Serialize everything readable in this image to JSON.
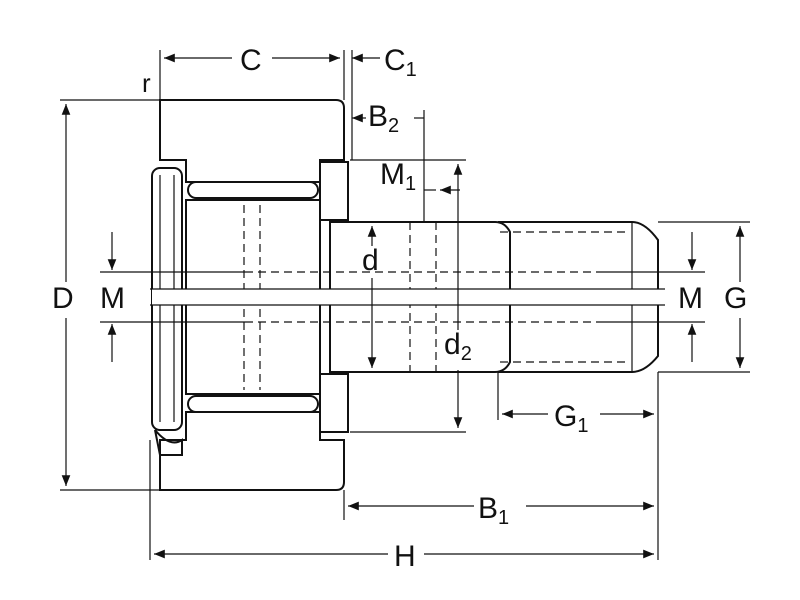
{
  "diagram": {
    "labels": {
      "r": "r",
      "C": "C",
      "C1_main": "C",
      "C1_sub": "1",
      "B2_main": "B",
      "B2_sub": "2",
      "M1_main": "M",
      "M1_sub": "1",
      "d": "d",
      "D": "D",
      "M_left": "M",
      "d2_main": "d",
      "d2_sub": "2",
      "M_right": "M",
      "G": "G",
      "G1_main": "G",
      "G1_sub": "1",
      "B1_main": "B",
      "B1_sub": "1",
      "H": "H"
    }
  }
}
